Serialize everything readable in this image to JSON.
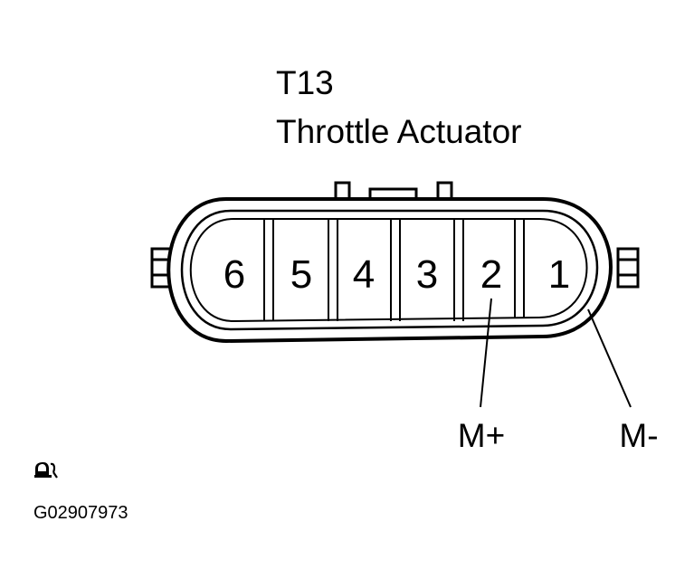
{
  "connector": {
    "code": "T13",
    "name": "Throttle Actuator",
    "pins": [
      "6",
      "5",
      "4",
      "3",
      "2",
      "1"
    ]
  },
  "signals": [
    {
      "label": "M+",
      "pin": "2"
    },
    {
      "label": "M-",
      "pin": "1"
    }
  ],
  "figure_id": "G02907973",
  "icons": {
    "logo": "car-symbol-icon"
  }
}
